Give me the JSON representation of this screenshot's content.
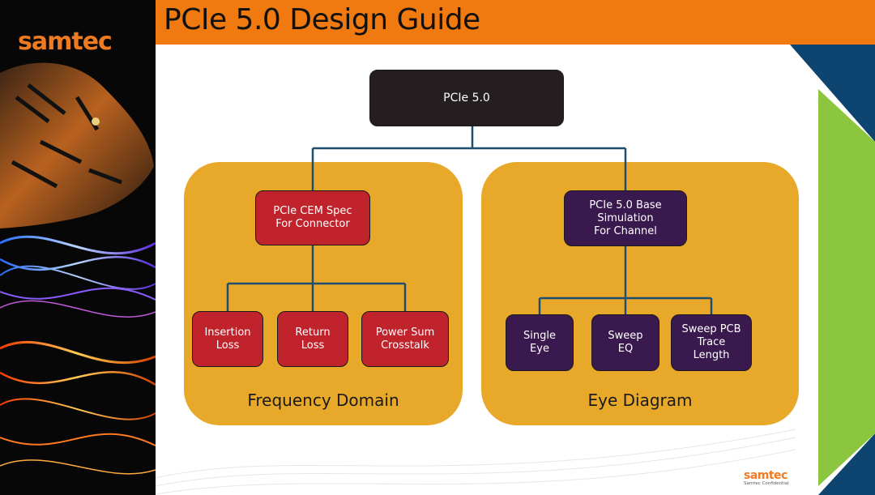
{
  "header": {
    "title": "PCIe 5.0 Design Guide"
  },
  "brand": {
    "logo_text": "samtec",
    "footer_logo_text": "samtec",
    "footer_note": "Samtec Confidential"
  },
  "colors": {
    "header_orange": "#f07a10",
    "panel_gold": "#e8a92b",
    "node_red": "#c0232b",
    "node_purple": "#3a1a4e",
    "root_dark": "#241e20",
    "connector_blue": "#1f4e6e",
    "deco_navy": "#0e4470",
    "deco_green": "#8cc63f"
  },
  "diagram": {
    "root": {
      "label": "PCIe 5.0"
    },
    "groups": [
      {
        "label": "Frequency Domain",
        "parent": {
          "label": "PCIe CEM Spec\nFor Connector"
        },
        "children": [
          {
            "label": "Insertion\nLoss"
          },
          {
            "label": "Return\nLoss"
          },
          {
            "label": "Power Sum\nCrosstalk"
          }
        ]
      },
      {
        "label": "Eye Diagram",
        "parent": {
          "label": "PCIe 5.0 Base\nSimulation\nFor Channel"
        },
        "children": [
          {
            "label": "Single\nEye"
          },
          {
            "label": "Sweep\nEQ"
          },
          {
            "label": "Sweep PCB\nTrace\nLength"
          }
        ]
      }
    ]
  }
}
